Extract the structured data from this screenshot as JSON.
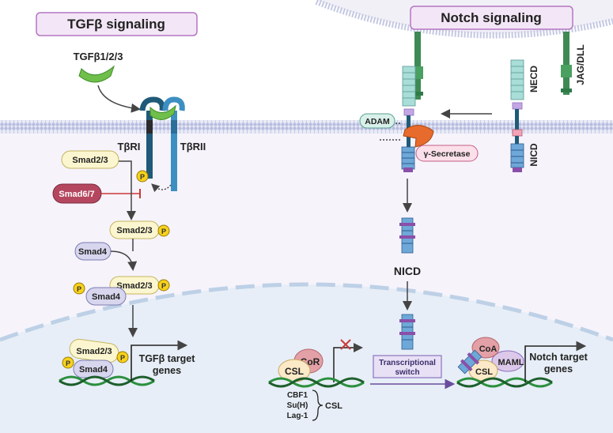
{
  "titles": {
    "tgfb": "TGFβ signaling",
    "notch": "Notch signaling"
  },
  "tgfb": {
    "ligand": "TGFβ1/2/3",
    "receptor1": "TβRI",
    "receptor2": "TβRII",
    "smad23": "Smad2/3",
    "smad67": "Smad6/7",
    "smad4": "Smad4",
    "phospho": "P",
    "target_line1": "TGFβ target",
    "target_line2": "genes"
  },
  "notch": {
    "adam": "ADAM",
    "gamma_secretase": "γ-Secretase",
    "necd": "NECD",
    "nicd_receptor": "NICD",
    "ligand": "JAG/DLL",
    "nicd_released": "NICD",
    "cor": "CoR",
    "csl": "CSL",
    "coa": "CoA",
    "maml": "MAML",
    "switch_line1": "Transcriptional",
    "switch_line2": "switch",
    "csl_names": [
      "CBF1",
      "Su(H)",
      "Lag-1"
    ],
    "csl_group": "CSL",
    "target_line1": "Notch target",
    "target_line2": "genes"
  },
  "colors": {
    "title_fill": "#f3e6f6",
    "title_stroke": "#b476c2",
    "membrane": "#c9cde6",
    "cytoplasm": "#f6f3fb",
    "nucleus": "#eaf0f7",
    "smad23_fill": "#fbf6cf",
    "smad4_fill": "#d7d6ee",
    "smad67_fill": "#b4475f",
    "phospho_fill": "#f7d21c",
    "dna_green": "#2b8f3d",
    "dna_dark": "#1d5e2b",
    "ligand_green": "#6fbf4a",
    "receptor_dark": "#1f5a78",
    "receptor_light": "#3d8fc2",
    "notch_cyan": "#a8ddd8",
    "gamma_orange": "#e76b2c",
    "inhibit_red": "#c93a3a"
  }
}
